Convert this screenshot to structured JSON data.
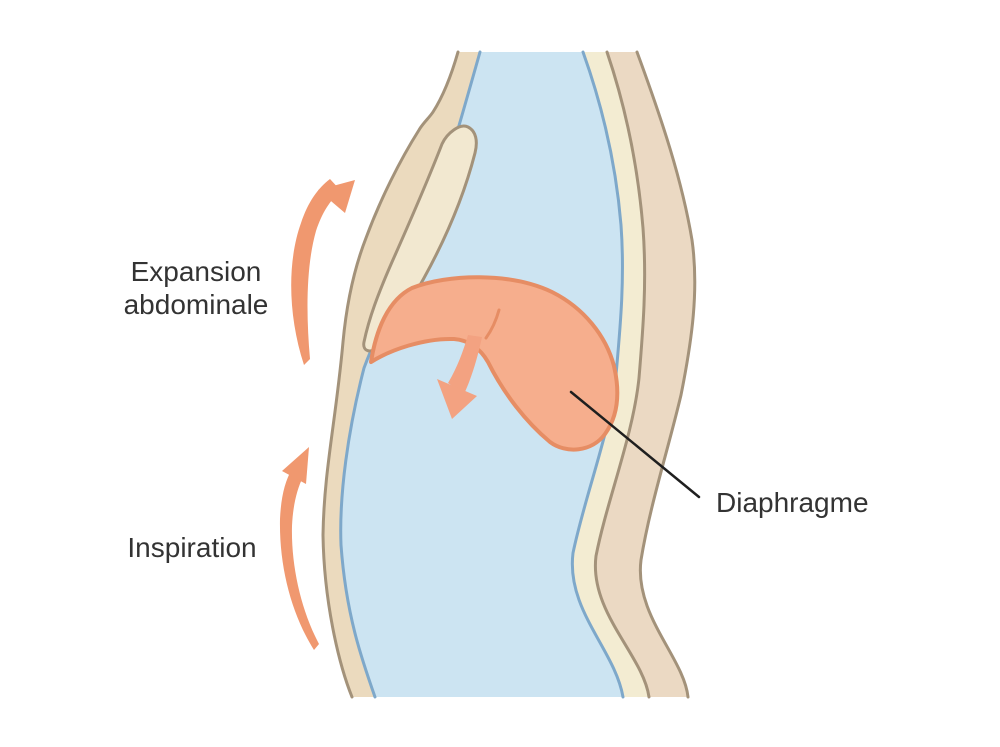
{
  "figure_type": "anatomical-diagram-diaphragmatic-breathing",
  "labels": {
    "expansion_line1": "Expansion",
    "expansion_line2": "abdominale",
    "inspiration": "Inspiration",
    "diaphragm": "Diaphragme"
  },
  "colors": {
    "background": "#ffffff",
    "cavity_fill": "#cce4f2",
    "cavity_stroke": "#7ea8ca",
    "wall_fill": "#ebdabe",
    "wall_stroke": "#a3927a",
    "wall_segment_fill": "#f2e8d0",
    "back_inner_fill": "#f3ecd2",
    "back_outer_fill": "#ebd9c3",
    "diaphragm_fill": "#f6ae8d",
    "diaphragm_stroke": "#e68d64",
    "arrow_fill": "#f0986f",
    "down_arrow_fill": "#f3a281",
    "label_color": "#333333",
    "leader_color": "#1f1f1f"
  }
}
